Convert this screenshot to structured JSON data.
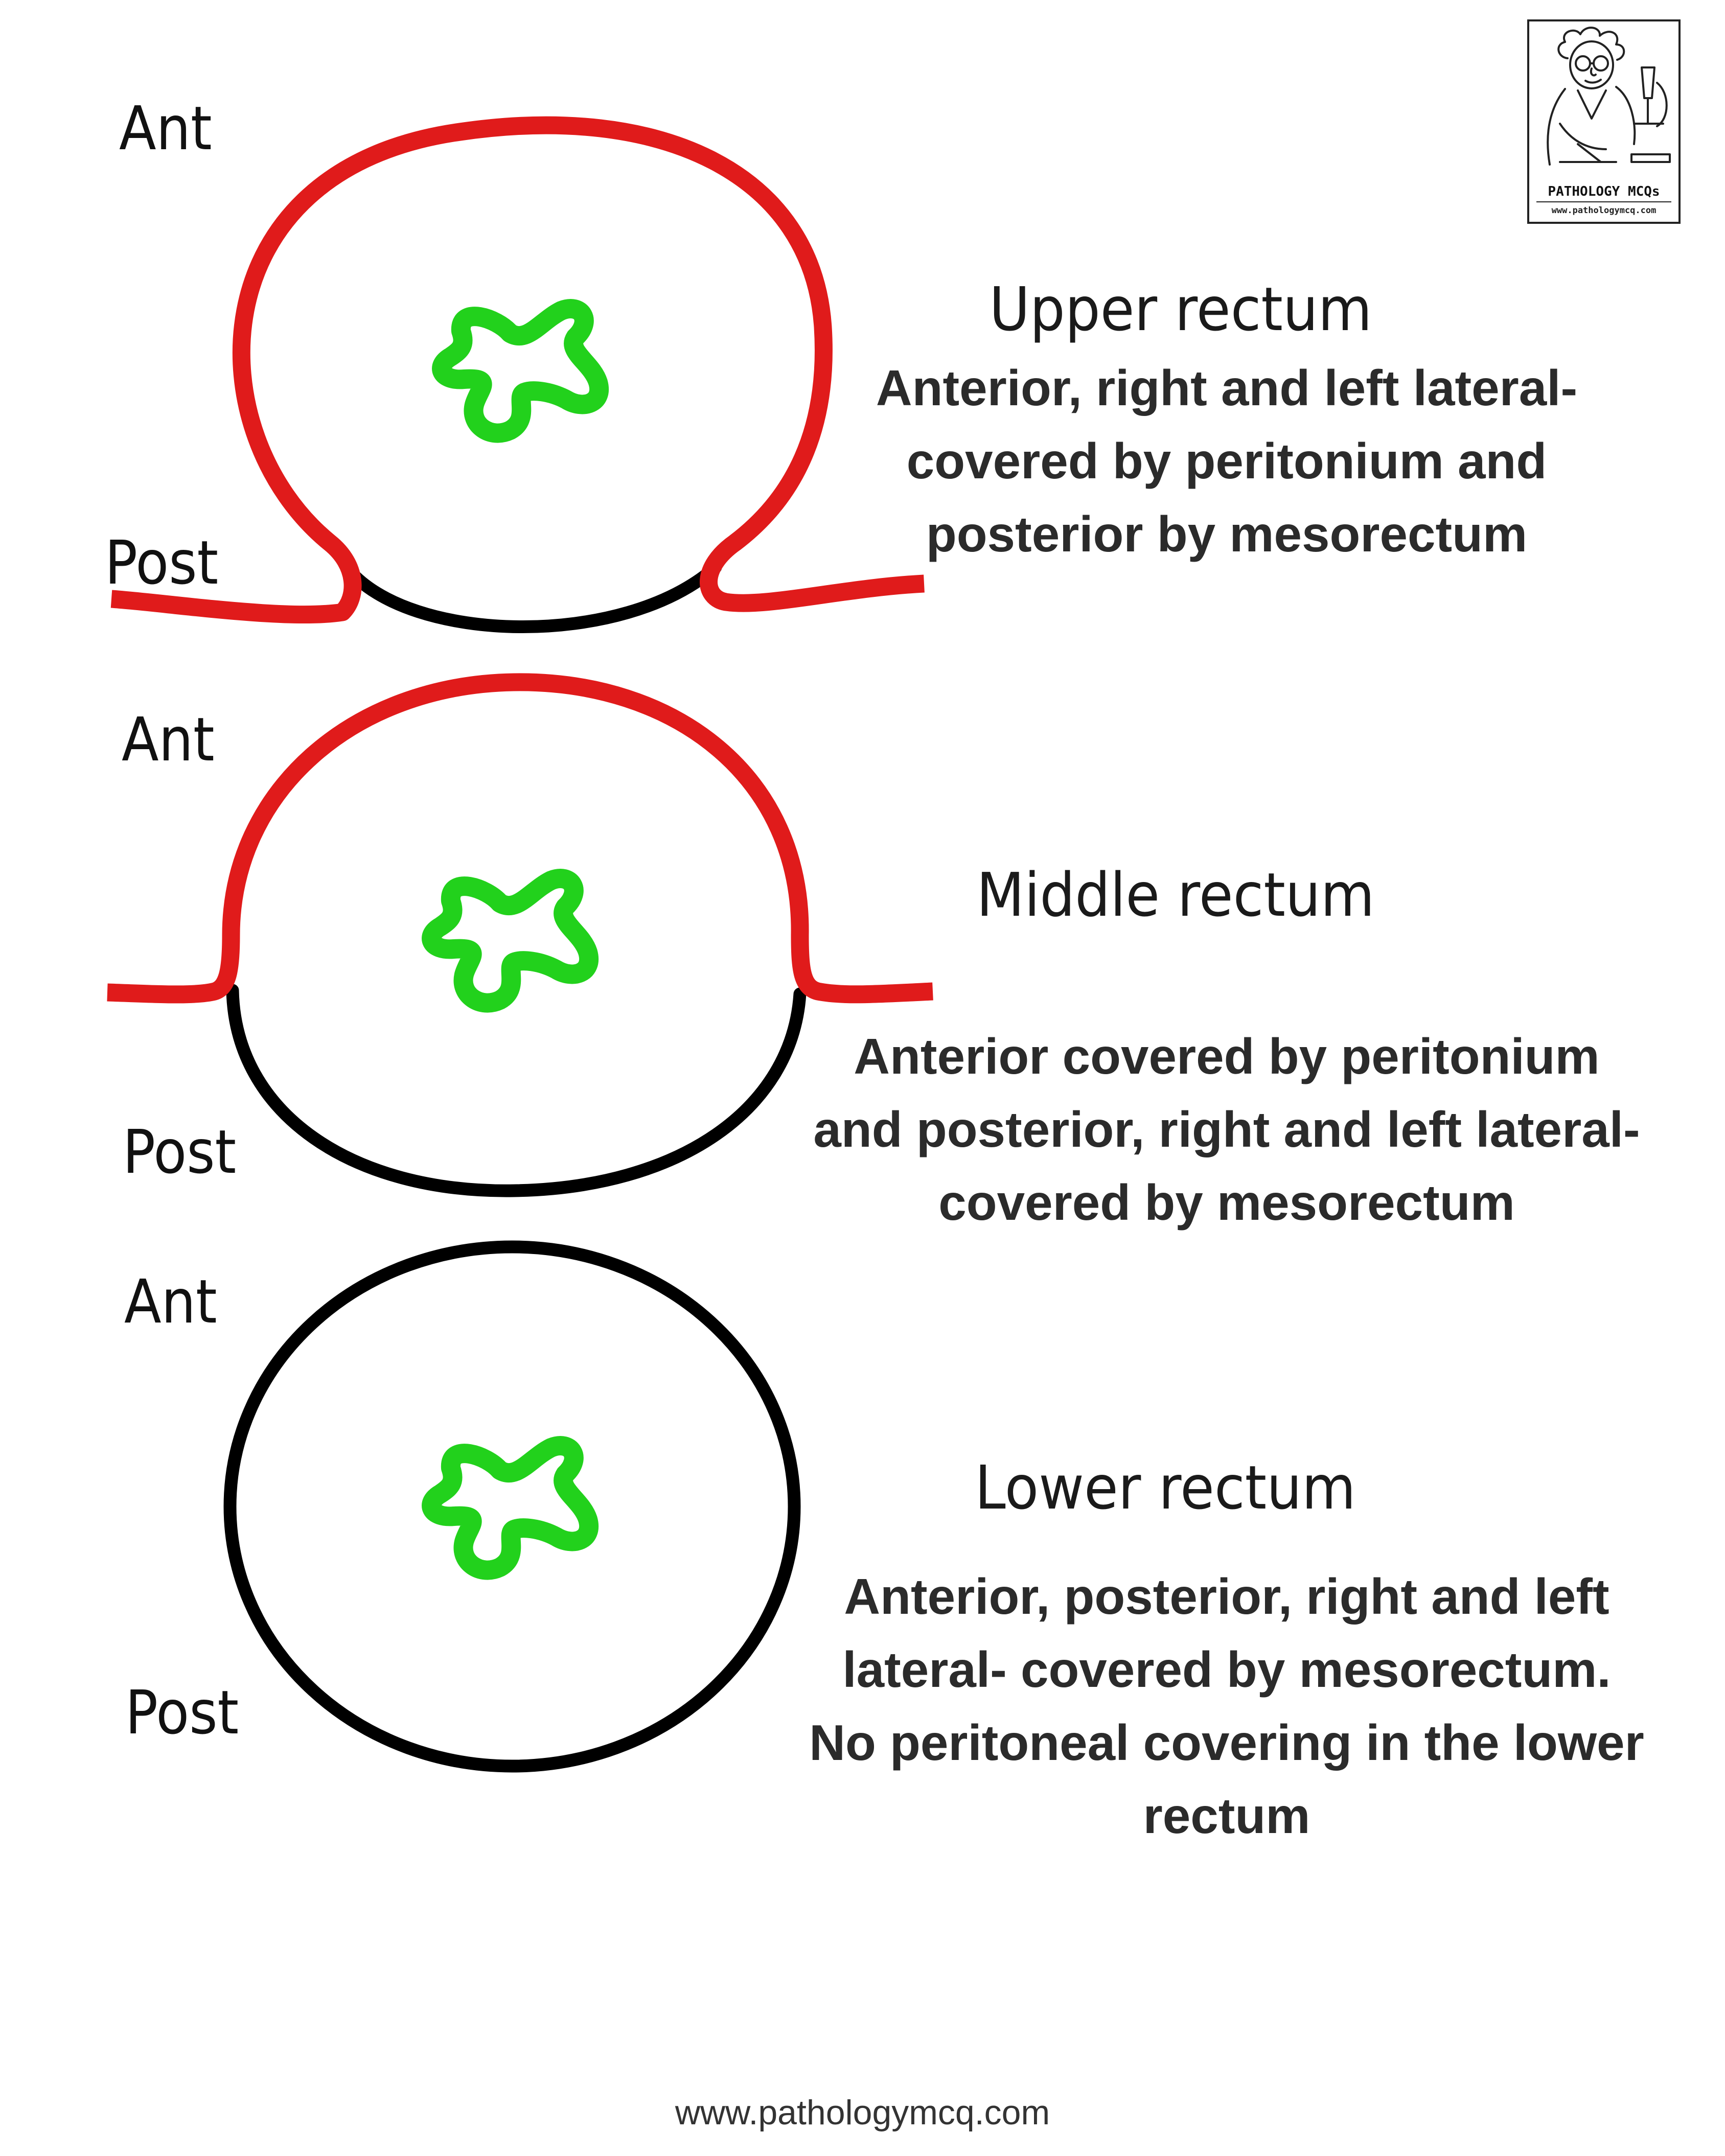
{
  "colors": {
    "peritoneum": "#e01b1b",
    "mesorectum": "#000000",
    "lumen": "#22d11c",
    "text": "#2b2b2b"
  },
  "sections": [
    {
      "title": "Upper rectum",
      "ant_label": "Ant",
      "post_label": "Post",
      "description": [
        "Anterior,  right and left lateral-",
        "covered by peritonium and",
        "posterior by mesorectum"
      ]
    },
    {
      "title": "Middle rectum",
      "ant_label": "Ant",
      "post_label": "Post",
      "description": [
        "Anterior covered by  peritonium",
        "and posterior, right and left lateral-",
        "covered by  mesorectum"
      ]
    },
    {
      "title": "Lower rectum",
      "ant_label": "Ant",
      "post_label": "Post",
      "description": [
        "Anterior, posterior, right and left",
        "lateral- covered by  mesorectum.",
        "No peritoneal covering in the lower",
        "rectum"
      ]
    }
  ],
  "logo": {
    "title": "PATHOLOGY MCQs",
    "url": "www.pathologymcq.com",
    "icon": "scientist-microscope-icon"
  },
  "footer": "www.pathologymcq.com"
}
